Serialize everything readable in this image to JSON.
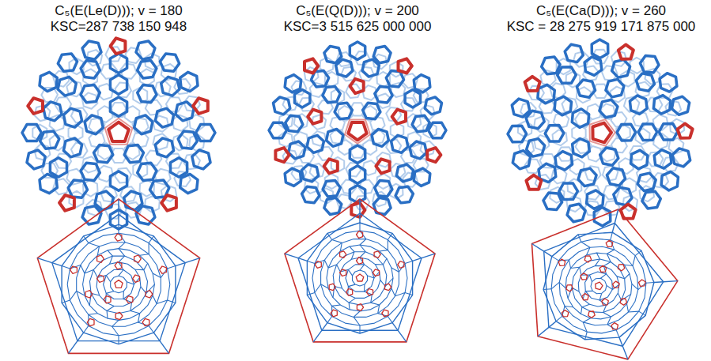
{
  "diagram": {
    "labels": [
      "C₅(E(Le(D))); v = 180",
      "KSC=287 738 150 948",
      "C₅(E(Q(D))); v = 200",
      "KSC=3 515 625 000 000",
      "C₅(E(Ca(D))); v = 260",
      "KSC = 28 275 919 171 875 000"
    ]
  }
}
